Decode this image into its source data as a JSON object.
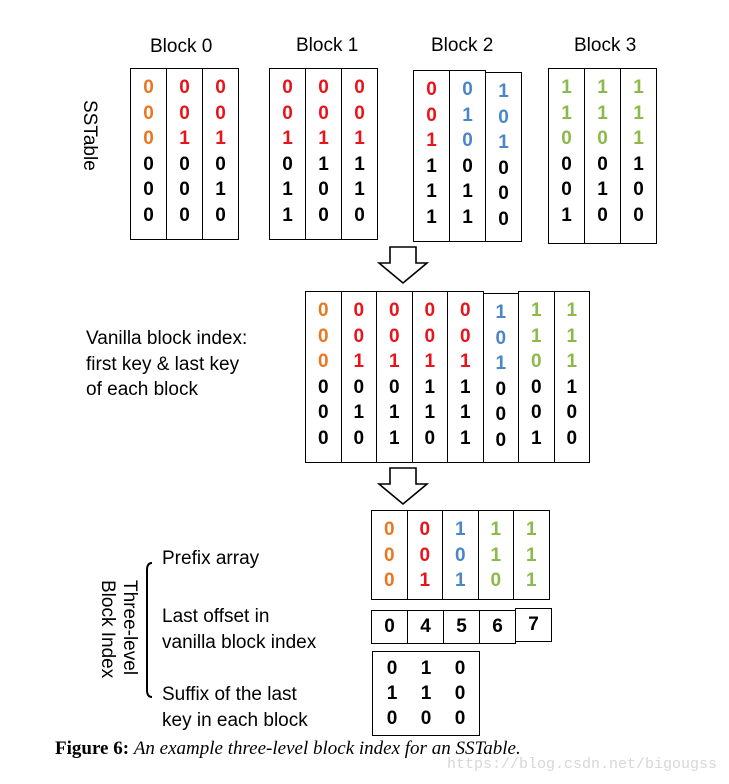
{
  "colors": {
    "orange": "#e87722",
    "red": "#e8141c",
    "blue": "#4a86c8",
    "green": "#8bb94a",
    "black": "#000000"
  },
  "blocks": [
    {
      "label": "Block 0",
      "columns": [
        {
          "bits": [
            "0",
            "0",
            "0",
            "0",
            "0",
            "0"
          ],
          "colors": [
            "orange",
            "orange",
            "orange",
            "black",
            "black",
            "black"
          ]
        },
        {
          "bits": [
            "0",
            "0",
            "1",
            "0",
            "0",
            "0"
          ],
          "colors": [
            "red",
            "red",
            "red",
            "black",
            "black",
            "black"
          ]
        },
        {
          "bits": [
            "0",
            "0",
            "1",
            "0",
            "1",
            "0"
          ],
          "colors": [
            "red",
            "red",
            "red",
            "black",
            "black",
            "black"
          ]
        }
      ]
    },
    {
      "label": "Block 1",
      "columns": [
        {
          "bits": [
            "0",
            "0",
            "1",
            "0",
            "1",
            "1"
          ],
          "colors": [
            "red",
            "red",
            "red",
            "black",
            "black",
            "black"
          ]
        },
        {
          "bits": [
            "0",
            "0",
            "1",
            "1",
            "0",
            "0"
          ],
          "colors": [
            "red",
            "red",
            "red",
            "black",
            "black",
            "black"
          ]
        },
        {
          "bits": [
            "0",
            "0",
            "1",
            "1",
            "1",
            "0"
          ],
          "colors": [
            "red",
            "red",
            "red",
            "black",
            "black",
            "black"
          ]
        }
      ]
    },
    {
      "label": "Block 2",
      "columns": [
        {
          "bits": [
            "0",
            "0",
            "1",
            "1",
            "1",
            "1"
          ],
          "colors": [
            "red",
            "red",
            "red",
            "black",
            "black",
            "black"
          ]
        },
        {
          "bits": [
            "0",
            "1",
            "0",
            "0",
            "1",
            "1"
          ],
          "colors": [
            "blue",
            "blue",
            "blue",
            "black",
            "black",
            "black"
          ]
        },
        {
          "bits": [
            "1",
            "0",
            "1",
            "0",
            "0",
            "0"
          ],
          "colors": [
            "blue",
            "blue",
            "blue",
            "black",
            "black",
            "black"
          ]
        }
      ]
    },
    {
      "label": "Block 3",
      "columns": [
        {
          "bits": [
            "1",
            "1",
            "0",
            "0",
            "0",
            "1"
          ],
          "colors": [
            "green",
            "green",
            "green",
            "black",
            "black",
            "black"
          ]
        },
        {
          "bits": [
            "1",
            "1",
            "0",
            "0",
            "1",
            "0"
          ],
          "colors": [
            "green",
            "green",
            "green",
            "black",
            "black",
            "black"
          ]
        },
        {
          "bits": [
            "1",
            "1",
            "1",
            "1",
            "0",
            "0"
          ],
          "colors": [
            "green",
            "green",
            "green",
            "black",
            "black",
            "black"
          ]
        }
      ]
    }
  ],
  "sstable_label": "SSTable",
  "vanilla": {
    "label_lines": [
      "Vanilla block index:",
      "first key & last key",
      "of each block"
    ],
    "columns": [
      {
        "bits": [
          "0",
          "0",
          "0",
          "0",
          "0",
          "0"
        ],
        "colors": [
          "orange",
          "orange",
          "orange",
          "black",
          "black",
          "black"
        ]
      },
      {
        "bits": [
          "0",
          "0",
          "1",
          "0",
          "1",
          "0"
        ],
        "colors": [
          "red",
          "red",
          "red",
          "black",
          "black",
          "black"
        ]
      },
      {
        "bits": [
          "0",
          "0",
          "1",
          "0",
          "1",
          "1"
        ],
        "colors": [
          "red",
          "red",
          "red",
          "black",
          "black",
          "black"
        ]
      },
      {
        "bits": [
          "0",
          "0",
          "1",
          "1",
          "1",
          "0"
        ],
        "colors": [
          "red",
          "red",
          "red",
          "black",
          "black",
          "black"
        ]
      },
      {
        "bits": [
          "0",
          "0",
          "1",
          "1",
          "1",
          "1"
        ],
        "colors": [
          "red",
          "red",
          "red",
          "black",
          "black",
          "black"
        ]
      },
      {
        "bits": [
          "1",
          "0",
          "1",
          "0",
          "0",
          "0"
        ],
        "colors": [
          "blue",
          "blue",
          "blue",
          "black",
          "black",
          "black"
        ]
      },
      {
        "bits": [
          "1",
          "1",
          "0",
          "0",
          "0",
          "1"
        ],
        "colors": [
          "green",
          "green",
          "green",
          "black",
          "black",
          "black"
        ]
      },
      {
        "bits": [
          "1",
          "1",
          "1",
          "1",
          "0",
          "0"
        ],
        "colors": [
          "green",
          "green",
          "green",
          "black",
          "black",
          "black"
        ]
      }
    ]
  },
  "three_level": {
    "vertical_label": [
      "Three-level",
      "Block Index"
    ],
    "prefix_label": "Prefix array",
    "offset_label_lines": [
      "Last offset in",
      "vanilla block index"
    ],
    "suffix_label_lines": [
      "Suffix of the last",
      "key in each block"
    ],
    "prefix_columns": [
      {
        "bits": [
          "0",
          "0",
          "0"
        ],
        "color": "orange"
      },
      {
        "bits": [
          "0",
          "0",
          "1"
        ],
        "color": "red"
      },
      {
        "bits": [
          "1",
          "0",
          "1"
        ],
        "color": "blue"
      },
      {
        "bits": [
          "1",
          "1",
          "0"
        ],
        "color": "green"
      },
      {
        "bits": [
          "1",
          "1",
          "1"
        ],
        "color": "green"
      }
    ],
    "offsets": [
      "0",
      "4",
      "5",
      "6",
      "7"
    ],
    "suffix_rows": [
      [
        "0",
        "1",
        "0"
      ],
      [
        "1",
        "1",
        "0"
      ],
      [
        "0",
        "0",
        "0"
      ]
    ]
  },
  "caption": {
    "figure": "Figure 6:",
    "text": "An example three-level block index for an SSTable."
  },
  "watermark": "https://blog.csdn.net/bigougss"
}
